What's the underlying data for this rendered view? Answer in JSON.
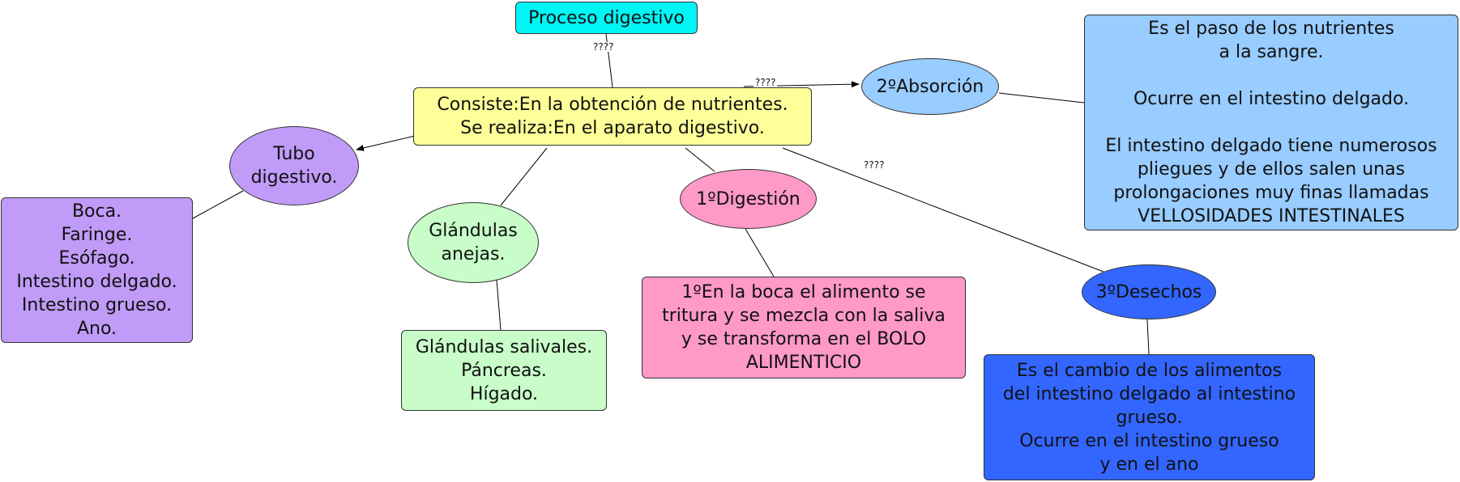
{
  "nodes": {
    "root": "Proceso digestivo",
    "main": "Consiste:En la obtención de nutrientes.\nSe realiza:En el aparato digestivo.",
    "tubo": "Tubo\ndigestivo.",
    "organos": "Boca.\nFaringe.\nEsófago.\nIntestino delgado.\nIntestino grueso.\nAno.",
    "glandulas": "Glándulas\nanejas.",
    "glandulas_list": "Glándulas salivales.\nPáncreas.\nHígado.",
    "digestion": "1ºDigestión",
    "digestion_desc": "1ºEn la boca el alimento se\ntritura y se mezcla con la saliva\ny se transforma en el BOLO\nALIMENTICIO",
    "absorcion": "2ºAbsorción",
    "absorcion_desc": "Es el paso de los nutrientes\na la sangre.\n\nOcurre en el intestino delgado.\n\nEl intestino delgado tiene numerosos\npliegues y de ellos salen unas\nprolongaciones muy finas llamadas\nVELLOSIDADES INTESTINALES",
    "desechos": "3ºDesechos",
    "desechos_desc": "Es el cambio de los alimentos\ndel intestino delgado al intestino\ngrueso.\nOcurre en el intestino grueso\ny en el ano"
  },
  "link_labels": {
    "root_main": "????",
    "main_absorcion": "????",
    "main_desechos": "????"
  },
  "colors": {
    "root": "#00f5f5",
    "main": "#ffff99",
    "tubo": "#c09bf7",
    "organos": "#c09bf7",
    "glandulas": "#c8fcc8",
    "glandulas_list": "#c8fcc8",
    "digestion": "#ff99c8",
    "digestion_desc": "#ff99c8",
    "absorcion": "#99ccff",
    "absorcion_desc": "#99ccff",
    "desechos": "#3366ff",
    "desechos_desc": "#3366ff"
  }
}
